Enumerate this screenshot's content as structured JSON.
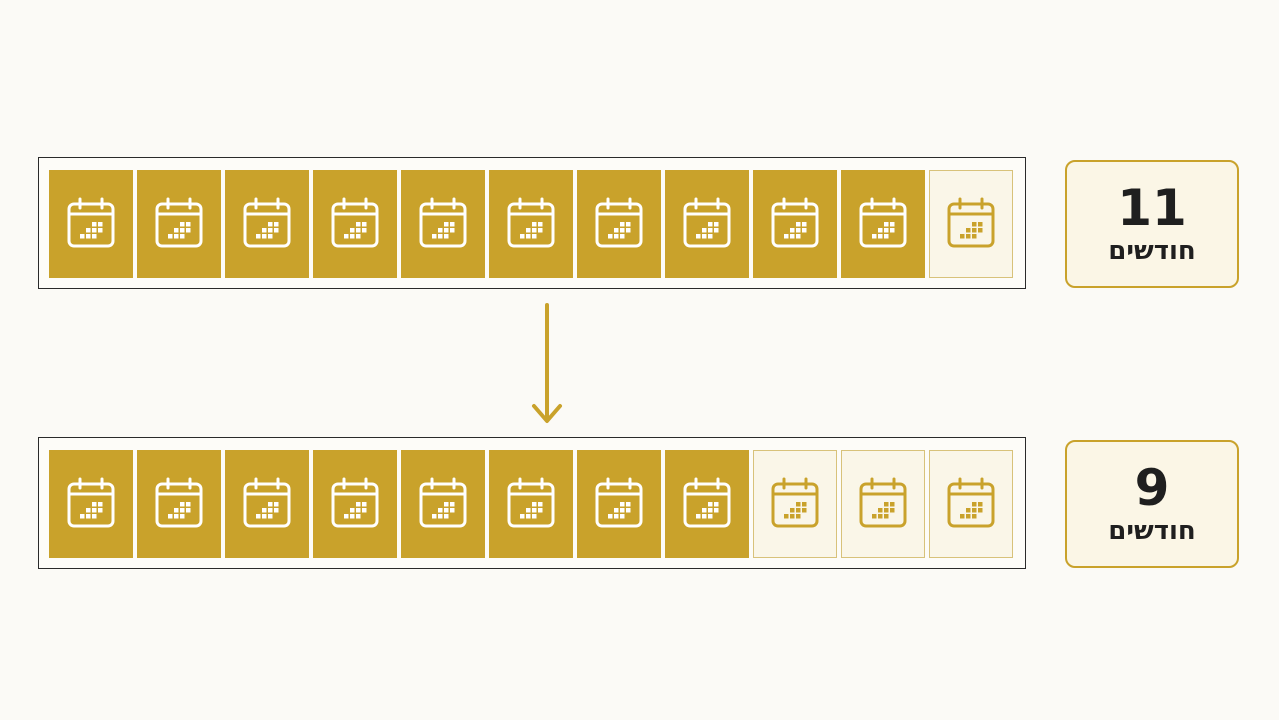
{
  "colors": {
    "filled": "#c9a22b",
    "empty_fill": "#faf6e8",
    "empty_border": "#d8c27a",
    "icon_on_filled": "#ffffff",
    "icon_on_empty": "#c9a22b",
    "frame": "#2a2a2a",
    "arrow": "#c9a22b"
  },
  "icon": "calendar-icon",
  "rows": [
    {
      "total_cells": 11,
      "filled_cells": 10,
      "count": "11",
      "unit": "חודשים"
    },
    {
      "total_cells": 11,
      "filled_cells": 8,
      "count": "9",
      "unit": "חודשים"
    }
  ]
}
